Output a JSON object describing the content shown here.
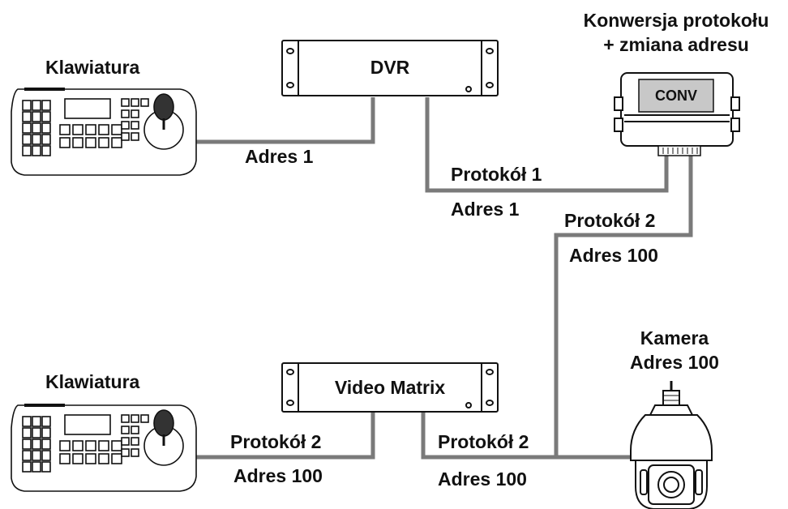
{
  "labels": {
    "keyboard_top": "Klawiatura",
    "keyboard_bottom": "Klawiatura",
    "dvr": "DVR",
    "video_matrix": "Video Matrix",
    "converter_title_line1": "Konwersja protokołu",
    "converter_title_line2": "+ zmiana adresu",
    "converter_badge": "CONV",
    "camera_line1": "Kamera",
    "camera_line2": "Adres 100"
  },
  "links": {
    "keyboard_dvr_address": "Adres 1",
    "dvr_conv_protocol": "Protokół 1",
    "dvr_conv_address": "Adres 1",
    "conv_camera_protocol": "Protokół 2",
    "conv_camera_address": "Adres 100",
    "keyboard_matrix_protocol": "Protokół 2",
    "keyboard_matrix_address": "Adres 100",
    "matrix_camera_protocol": "Protokół 2",
    "matrix_camera_address": "Adres 100"
  },
  "colors": {
    "cable": "#7a7a7a",
    "outline": "#111111",
    "device_fill": "#ffffff",
    "badge_fill": "#c8c8c8"
  }
}
